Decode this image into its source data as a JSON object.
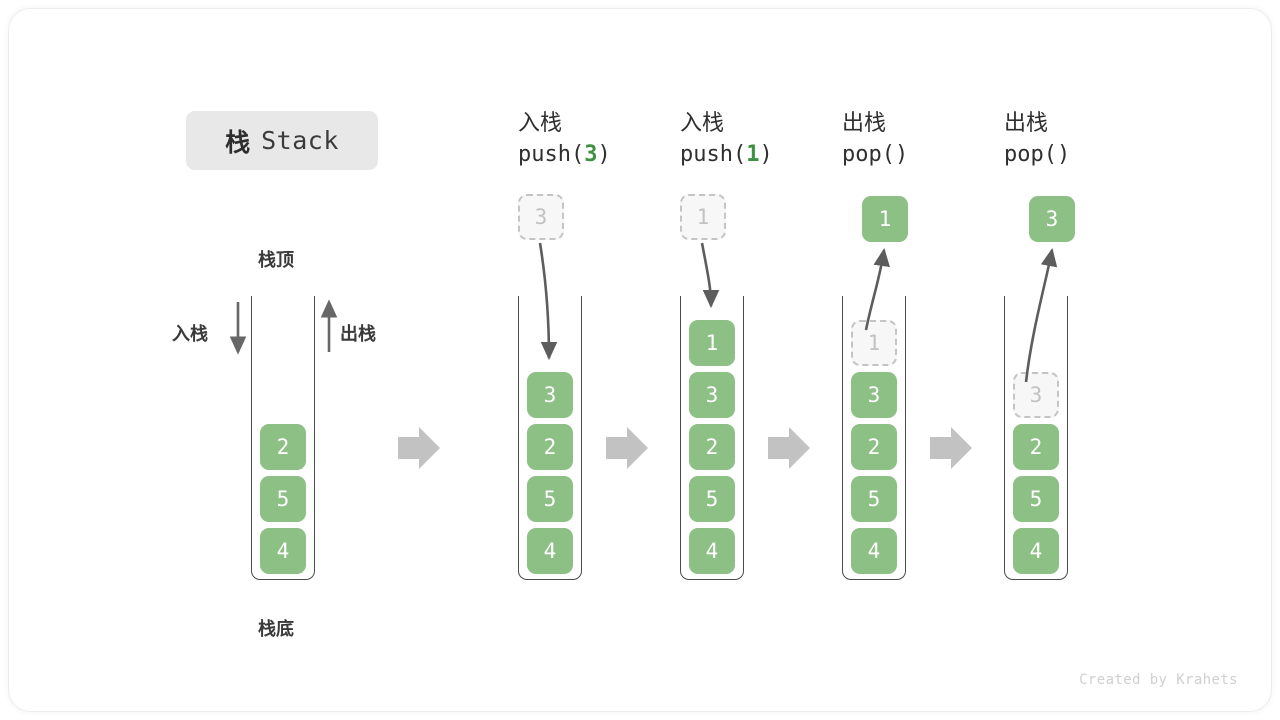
{
  "title": {
    "cn": "栈",
    "en": "Stack"
  },
  "legend": {
    "top_label": "栈顶",
    "bottom_label": "栈底",
    "push_label": "入栈",
    "pop_label": "出栈"
  },
  "footer": {
    "credit": "Created by Krahets"
  },
  "colors": {
    "cell_fill": "#8cc084",
    "cell_text": "#ffffff",
    "ghost_fill": "#f7f7f7",
    "ghost_border": "#c4c4c4",
    "ghost_text": "#c2c2c2",
    "accent_green": "#3e9142",
    "container_stroke": "#4b4b4b",
    "arrow_gray": "#5d5d5d",
    "flow_arrow": "#c2c2c2",
    "badge_bg": "#e8e8e8"
  },
  "columns": [
    {
      "id": "initial",
      "header_cn": "",
      "header_code": "",
      "stack": [
        "2",
        "5",
        "4"
      ],
      "ghost_outside": null,
      "ghost_inside": null,
      "popped": null
    },
    {
      "id": "push-3",
      "header_cn": "入栈",
      "header_code_prefix": "push(",
      "header_code_num": "3",
      "header_code_suffix": ")",
      "stack": [
        "3",
        "2",
        "5",
        "4"
      ],
      "ghost_outside": "3",
      "ghost_inside": null,
      "popped": null
    },
    {
      "id": "push-1",
      "header_cn": "入栈",
      "header_code_prefix": "push(",
      "header_code_num": "1",
      "header_code_suffix": ")",
      "stack": [
        "1",
        "3",
        "2",
        "5",
        "4"
      ],
      "ghost_outside": "1",
      "ghost_inside": null,
      "popped": null
    },
    {
      "id": "pop-1",
      "header_cn": "出栈",
      "header_code_prefix": "pop(",
      "header_code_num": "",
      "header_code_suffix": ")",
      "stack": [
        "3",
        "2",
        "5",
        "4"
      ],
      "ghost_outside": null,
      "ghost_inside": "1",
      "popped": "1"
    },
    {
      "id": "pop-3",
      "header_cn": "出栈",
      "header_code_prefix": "pop(",
      "header_code_num": "",
      "header_code_suffix": ")",
      "stack": [
        "2",
        "5",
        "4"
      ],
      "ghost_outside": null,
      "ghost_inside": "3",
      "popped": "3"
    }
  ],
  "cells": {
    "c0_0": "2",
    "c0_1": "5",
    "c0_2": "4",
    "c1_0": "3",
    "c1_1": "2",
    "c1_2": "5",
    "c1_3": "4",
    "c2_0": "1",
    "c2_1": "3",
    "c2_2": "2",
    "c2_3": "5",
    "c2_4": "4",
    "c3_0": "3",
    "c3_1": "2",
    "c3_2": "5",
    "c3_3": "4",
    "c4_0": "2",
    "c4_1": "5",
    "c4_2": "4",
    "ghost1": "3",
    "ghost2": "1",
    "ghost3": "1",
    "ghost4": "3",
    "popped3": "1",
    "popped4": "3"
  },
  "headers": {
    "h1_cn": "入栈",
    "h1_prefix": "push(",
    "h1_num": "3",
    "h1_suffix": ")",
    "h2_cn": "入栈",
    "h2_prefix": "push(",
    "h2_num": "1",
    "h2_suffix": ")",
    "h3_cn": "出栈",
    "h3_prefix": "pop(",
    "h3_num": "",
    "h3_suffix": ")",
    "h4_cn": "出栈",
    "h4_prefix": "pop(",
    "h4_num": "",
    "h4_suffix": ")"
  }
}
